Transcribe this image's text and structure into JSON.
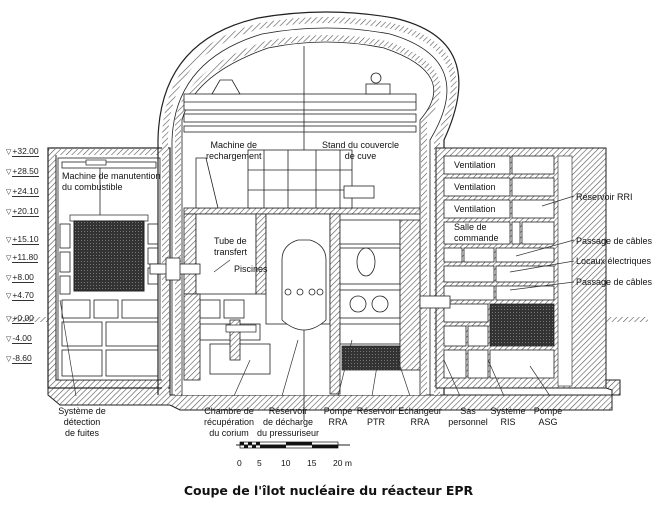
{
  "title": "Coupe de l'îlot nucléaire du réacteur EPR",
  "levels": [
    "+32.00",
    "+28.50",
    "+24.10",
    "+20.10",
    "+15.10",
    "+11.80",
    "+8.00",
    "+4.70",
    "+0.00",
    "-4.00",
    "-8.60"
  ],
  "inner_labels": {
    "fuel_handling": [
      "Machine de manutention",
      "du combustible"
    ],
    "refuelling_machine": [
      "Machine de",
      "rechargement"
    ],
    "head_stand": [
      "Stand du couvercle",
      "de cuve"
    ],
    "transfer_tube": [
      "Tube de",
      "transfert"
    ],
    "pools": "Piscines",
    "ventilation": [
      "Ventilation",
      "Ventilation",
      "Ventilation"
    ],
    "control_room": [
      "Salle de",
      "commande"
    ]
  },
  "right_labels": [
    "Réservoir RRI",
    "Passage de câbles",
    "Locaux électriques",
    "Passage de câbles"
  ],
  "bottom_labels": [
    {
      "lines": [
        "Système de",
        "détection",
        "de fuites"
      ]
    },
    {
      "lines": [
        "Chambre de",
        "récupération",
        "du corium"
      ]
    },
    {
      "lines": [
        "Réservoir",
        "de décharge",
        "du pressuriseur"
      ]
    },
    {
      "lines": [
        "Pompe",
        "RRA"
      ]
    },
    {
      "lines": [
        "Réservoir",
        "PTR"
      ]
    },
    {
      "lines": [
        "Echangeur",
        "RRA"
      ]
    },
    {
      "lines": [
        "Sas",
        "personnel"
      ]
    },
    {
      "lines": [
        "Système",
        "RIS"
      ]
    },
    {
      "lines": [
        "Pompe",
        "ASG"
      ]
    }
  ],
  "scale": {
    "ticks": [
      "0",
      "5",
      "10",
      "15",
      "20 m"
    ]
  }
}
